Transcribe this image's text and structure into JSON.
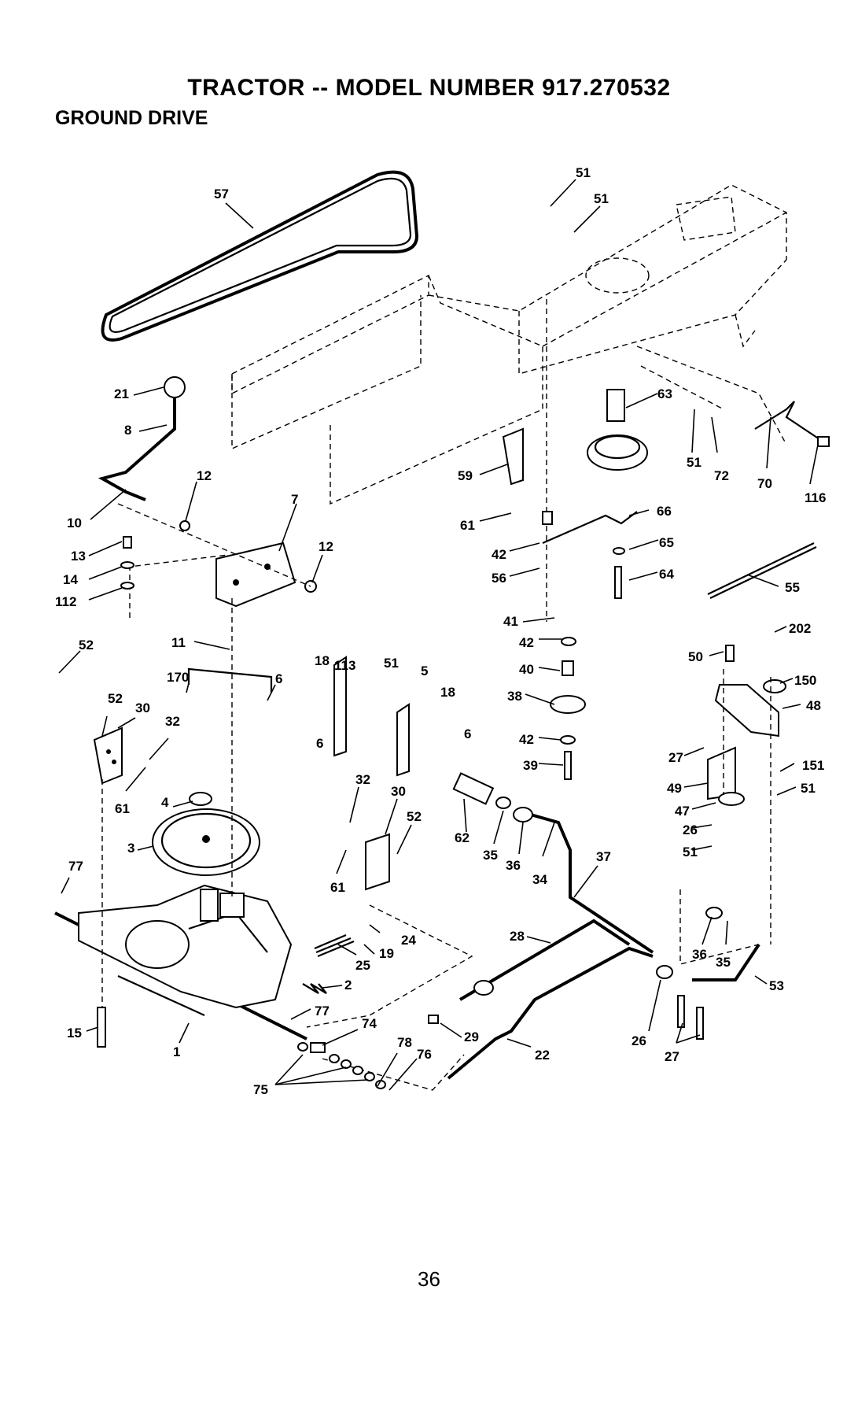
{
  "title": "TRACTOR -- MODEL NUMBER 917.270532",
  "subtitle": "GROUND DRIVE",
  "page_number": "36",
  "callouts": [
    {
      "id": "c57",
      "text": "57"
    },
    {
      "id": "c51a",
      "text": "51"
    },
    {
      "id": "c51b",
      "text": "51"
    },
    {
      "id": "c21",
      "text": "21"
    },
    {
      "id": "c8",
      "text": "8"
    },
    {
      "id": "c12a",
      "text": "12"
    },
    {
      "id": "c10",
      "text": "10"
    },
    {
      "id": "c7",
      "text": "7"
    },
    {
      "id": "c12b",
      "text": "12"
    },
    {
      "id": "c13",
      "text": "13"
    },
    {
      "id": "c14",
      "text": "14"
    },
    {
      "id": "c112",
      "text": "112"
    },
    {
      "id": "c63",
      "text": "63"
    },
    {
      "id": "c51c",
      "text": "51"
    },
    {
      "id": "c72",
      "text": "72"
    },
    {
      "id": "c70",
      "text": "70"
    },
    {
      "id": "c116",
      "text": "116"
    },
    {
      "id": "c59",
      "text": "59"
    },
    {
      "id": "c61a",
      "text": "61"
    },
    {
      "id": "c66",
      "text": "66"
    },
    {
      "id": "c65",
      "text": "65"
    },
    {
      "id": "c42a",
      "text": "42"
    },
    {
      "id": "c56",
      "text": "56"
    },
    {
      "id": "c64",
      "text": "64"
    },
    {
      "id": "c55",
      "text": "55"
    },
    {
      "id": "c41",
      "text": "41"
    },
    {
      "id": "c42b",
      "text": "42"
    },
    {
      "id": "c40",
      "text": "40"
    },
    {
      "id": "c38",
      "text": "38"
    },
    {
      "id": "c42c",
      "text": "42"
    },
    {
      "id": "c39",
      "text": "39"
    },
    {
      "id": "c202",
      "text": "202"
    },
    {
      "id": "c50",
      "text": "50"
    },
    {
      "id": "c150",
      "text": "150"
    },
    {
      "id": "c48",
      "text": "48"
    },
    {
      "id": "c27a",
      "text": "27"
    },
    {
      "id": "c151",
      "text": "151"
    },
    {
      "id": "c49",
      "text": "49"
    },
    {
      "id": "c51d",
      "text": "51"
    },
    {
      "id": "c47",
      "text": "47"
    },
    {
      "id": "c26a",
      "text": "26"
    },
    {
      "id": "c51e",
      "text": "51"
    },
    {
      "id": "c52a",
      "text": "52"
    },
    {
      "id": "c11",
      "text": "11"
    },
    {
      "id": "c170",
      "text": "170"
    },
    {
      "id": "c6a",
      "text": "6"
    },
    {
      "id": "c18a",
      "text": "18"
    },
    {
      "id": "c113",
      "text": "113"
    },
    {
      "id": "c51f",
      "text": "51"
    },
    {
      "id": "c5",
      "text": "5"
    },
    {
      "id": "c18b",
      "text": "18"
    },
    {
      "id": "c6b",
      "text": "6"
    },
    {
      "id": "c6c",
      "text": "6"
    },
    {
      "id": "c52b",
      "text": "52"
    },
    {
      "id": "c30a",
      "text": "30"
    },
    {
      "id": "c32a",
      "text": "32"
    },
    {
      "id": "c61b",
      "text": "61"
    },
    {
      "id": "c4",
      "text": "4"
    },
    {
      "id": "c3",
      "text": "3"
    },
    {
      "id": "c32b",
      "text": "32"
    },
    {
      "id": "c30b",
      "text": "30"
    },
    {
      "id": "c52c",
      "text": "52"
    },
    {
      "id": "c61c",
      "text": "61"
    },
    {
      "id": "c62",
      "text": "62"
    },
    {
      "id": "c35a",
      "text": "35"
    },
    {
      "id": "c36a",
      "text": "36"
    },
    {
      "id": "c34",
      "text": "34"
    },
    {
      "id": "c37",
      "text": "37"
    },
    {
      "id": "c77a",
      "text": "77"
    },
    {
      "id": "c24",
      "text": "24"
    },
    {
      "id": "c19",
      "text": "19"
    },
    {
      "id": "c25",
      "text": "25"
    },
    {
      "id": "c2",
      "text": "2"
    },
    {
      "id": "c28",
      "text": "28"
    },
    {
      "id": "c36b",
      "text": "36"
    },
    {
      "id": "c35b",
      "text": "35"
    },
    {
      "id": "c53",
      "text": "53"
    },
    {
      "id": "c77b",
      "text": "77"
    },
    {
      "id": "c74",
      "text": "74"
    },
    {
      "id": "c29",
      "text": "29"
    },
    {
      "id": "c15",
      "text": "15"
    },
    {
      "id": "c1",
      "text": "1"
    },
    {
      "id": "c78",
      "text": "78"
    },
    {
      "id": "c76",
      "text": "76"
    },
    {
      "id": "c22",
      "text": "22"
    },
    {
      "id": "c26b",
      "text": "26"
    },
    {
      "id": "c27b",
      "text": "27"
    },
    {
      "id": "c75",
      "text": "75"
    }
  ]
}
